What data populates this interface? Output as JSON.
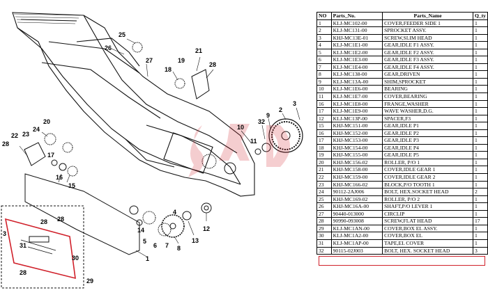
{
  "table": {
    "headers": [
      "NO",
      "Parts_No.",
      "Parts_Name",
      "Q_ty"
    ],
    "rows": [
      [
        "1",
        "KLJ-MC102-00",
        "COVER,FEEDER SIDE 1",
        "1"
      ],
      [
        "2",
        "KLJ-MC131-00",
        "SPROCKET ASSY.",
        "1"
      ],
      [
        "3",
        "KHJ-MC13E-01",
        "SCREW,SLIM HEAD",
        "1"
      ],
      [
        "4",
        "KLJ-MC1E1-00",
        "GEAR,IDLE F1 ASSY.",
        "1"
      ],
      [
        "5",
        "KLJ-MC1E2-00",
        "GEAR,IDLE F2 ASSY.",
        "1"
      ],
      [
        "6",
        "KLJ-MC1E3-00",
        "GEAR,IDLE F3 ASSY.",
        "1"
      ],
      [
        "7",
        "KLJ-MC1E4-00",
        "GEAR,IDLE F4 ASSY.",
        "1"
      ],
      [
        "8",
        "KLJ-MC138-00",
        "GEAR,DRIVEN",
        "1"
      ],
      [
        "9",
        "KLJ-MC13A-00",
        "SHIM,SPROCKET",
        "1"
      ],
      [
        "10",
        "KLJ-MC1E6-00",
        "BEARING",
        "1"
      ],
      [
        "11",
        "KLJ-MC1E7-00",
        "COVER,BEARING",
        "1"
      ],
      [
        "16",
        "KLJ-MC1E8-00",
        "FRANGE,WASHER",
        "1"
      ],
      [
        "17",
        "KLJ-MC1E9-00",
        "WAVE WASHER,D.G.",
        "1"
      ],
      [
        "12",
        "KLJ-MC13P-00",
        "SPACER,F3",
        "1"
      ],
      [
        "15",
        "KHJ-MC151-00",
        "GEAR,IDLE P1",
        "1"
      ],
      [
        "16",
        "KHJ-MC152-00",
        "GEAR,IDLE P2",
        "1"
      ],
      [
        "17",
        "KHJ-MC153-00",
        "GEAR,IDLE P3",
        "1"
      ],
      [
        "18",
        "KHJ-MC154-00",
        "GEAR,IDLE P4",
        "1"
      ],
      [
        "19",
        "KHJ-MC155-00",
        "GEAR,IDLE P5",
        "1"
      ],
      [
        "20",
        "KHJ-MC156-02",
        "ROLLER, P/O 1",
        "1"
      ],
      [
        "21",
        "KHJ-MC158-00",
        "COVER,IDLE GEAR 1",
        "1"
      ],
      [
        "22",
        "KHJ-MC159-00",
        "COVER,IDLE GEAR 2",
        "1"
      ],
      [
        "23",
        "KHJ-MC166-02",
        "BLOCK,P/O TOOTH 1",
        "1"
      ],
      [
        "24",
        "90112-2AJ006",
        "BOLT, HEX.SOCKET HEAD",
        "2"
      ],
      [
        "25",
        "KHJ-MC169-02",
        "ROLLER, P/O 2",
        "1"
      ],
      [
        "26",
        "KHJ-MC16A-00",
        "SHAFT,P/O LEVER 1",
        "1"
      ],
      [
        "27",
        "90440-013000",
        "CIRCLIP",
        "1"
      ],
      [
        "28",
        "90990-093008",
        "SCREW,FLAT HEAD",
        "17"
      ],
      [
        "29",
        "KLJ-MC1AN-00",
        "COVER,BOX EL ASSY.",
        "1"
      ],
      [
        "30",
        "KLJ-MC1A2-00",
        "COVER,BOX EL",
        "1"
      ],
      [
        "31",
        "KLJ-MC1AP-00",
        "TAPE,EL COVER",
        "1"
      ],
      [
        "32",
        "90115-02J003",
        "BOLT, HEX. SOCKET HEAD",
        "3"
      ]
    ]
  },
  "diagram": {
    "callouts": [
      "1",
      "2",
      "3",
      "4",
      "5",
      "6",
      "7",
      "8",
      "9",
      "10",
      "11",
      "12",
      "13",
      "14",
      "15",
      "16",
      "17",
      "18",
      "19",
      "20",
      "21",
      "22",
      "23",
      "24",
      "25",
      "26",
      "27",
      "28",
      "28",
      "28",
      "28",
      "29",
      "30",
      "31",
      "32",
      "3"
    ],
    "watermark_color": "#d0202a",
    "highlight_color": "#d0202a"
  }
}
